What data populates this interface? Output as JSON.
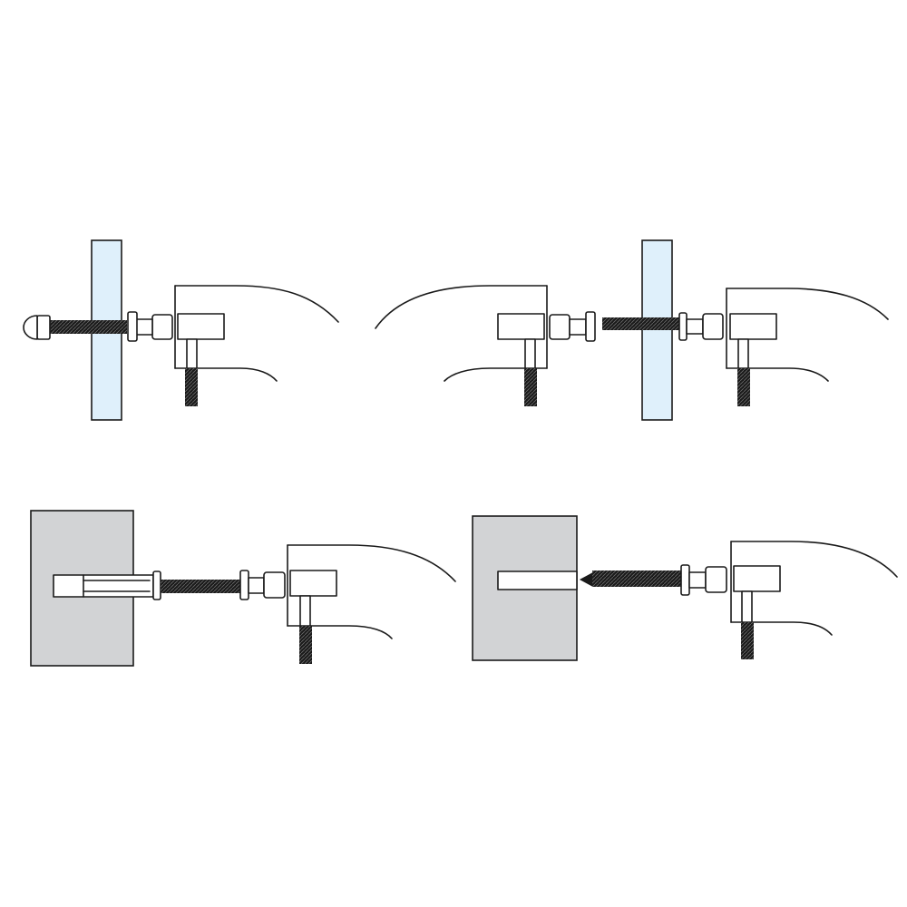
{
  "diagram": {
    "colors": {
      "background": "#ffffff",
      "line": "#1a1a1a",
      "glass": "#dff0fb",
      "wall": "#d2d3d5"
    },
    "panels": [
      {
        "id": "glass-cap-nut-mount",
        "substrate": "glass-panel",
        "fastener": "threaded-bolt-with-cap-nut"
      },
      {
        "id": "glass-to-glass-mount",
        "substrate": "none",
        "fastener": "double-sided-clamp"
      },
      {
        "id": "glass-stud-mount",
        "substrate": "glass-panel",
        "fastener": "threaded-stud"
      },
      {
        "id": "wall-anchor-mount",
        "substrate": "solid-wall",
        "fastener": "bolt-with-expansion-anchor"
      },
      {
        "id": "wall-screw-mount",
        "substrate": "solid-wall",
        "fastener": "wood-screw-into-drilled-hole"
      }
    ]
  }
}
